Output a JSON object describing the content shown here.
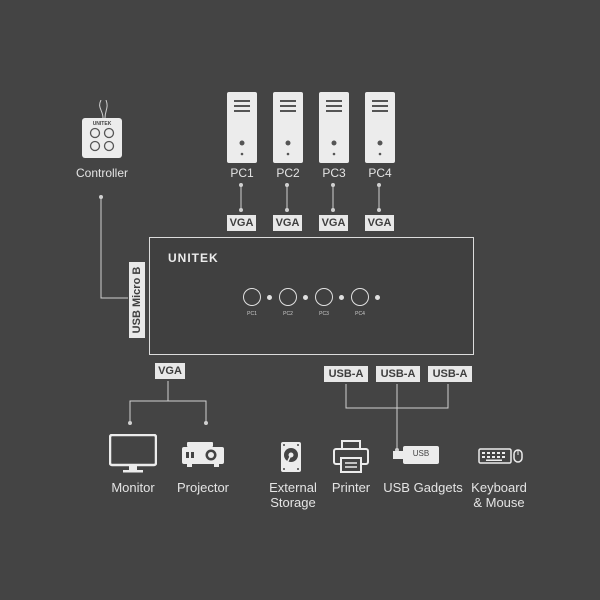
{
  "controller": {
    "label": "Controller",
    "logo": "UNITEK"
  },
  "pcs": [
    {
      "label": "PC1"
    },
    {
      "label": "PC2"
    },
    {
      "label": "PC3"
    },
    {
      "label": "PC4"
    }
  ],
  "vga_top": [
    "VGA",
    "VGA",
    "VGA",
    "VGA"
  ],
  "kvm": {
    "brand": "UNITEK",
    "buttons": [
      {
        "label": "PC1"
      },
      {
        "label": "PC2"
      },
      {
        "label": "PC3"
      },
      {
        "label": "PC4"
      }
    ]
  },
  "usb_micro_b": "USB Micro B",
  "vga_out": "VGA",
  "usb_a": [
    "USB-A",
    "USB-A",
    "USB-A"
  ],
  "outputs": {
    "monitor": "Monitor",
    "projector": "Projector",
    "storage_line1": "External",
    "storage_line2": "Storage",
    "printer": "Printer",
    "usb_gadgets": "USB Gadgets",
    "usb_stick": "USB",
    "keyboard_line1": "Keyboard",
    "keyboard_line2": "& Mouse"
  },
  "colors": {
    "background": "#444444",
    "foreground": "#e6e6e6",
    "tag_bg": "#e8e8e8",
    "tag_text": "#3e3e3e"
  }
}
